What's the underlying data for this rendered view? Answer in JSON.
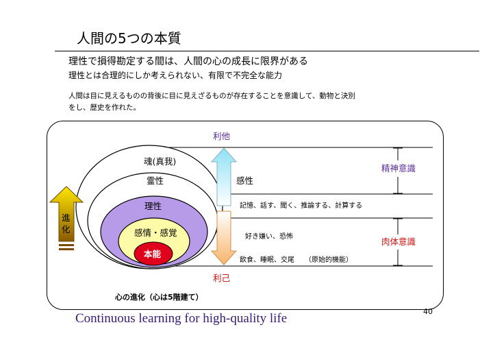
{
  "title": "人間の5つの本質",
  "heading": "理性で損得勘定する間は、人間の心の成長に限界がある",
  "subheading": "理性とは合理的にしか考えられない、有限で不完全な能力",
  "paragraph": {
    "line1": "人間は目に見えるものの背後に目に見えざるものが存在することを意識して、動物と決別",
    "line2": "をし、歴史を作れた。"
  },
  "diagram": {
    "layers": {
      "soul": "魂(真我)",
      "spirit": "霊性",
      "reason": "理性",
      "emotion": "感情・感覚",
      "instinct": "本能"
    },
    "evolution": "進化",
    "top_label": "利他",
    "bottom_label": "利己",
    "sensibility": "感性",
    "reason_items": "記憶、話す、聞く、推論する、計算する",
    "emotion_items": "好き嫌い、恐怖",
    "instinct_items": "飲食、睡眠、交尾　　（原始的機能）",
    "spiritual": "精神意識",
    "physical": "肉体意識",
    "caption": "心の進化（心は5階建て）",
    "colors": {
      "reason": "#b79ae8",
      "emotion": "#fdfba8",
      "instinct": "#e0001b",
      "accent_red": "#d01010",
      "accent_purple": "#5a2c9a"
    }
  },
  "footer": "Continuous learning for high-quality life",
  "page_number": "40"
}
